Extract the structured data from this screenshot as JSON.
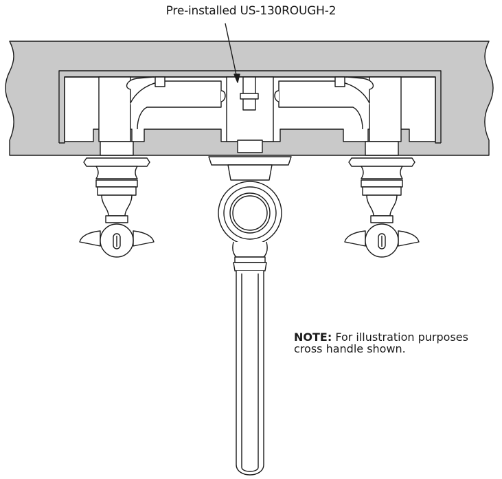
{
  "callout": {
    "text": "Pre-installed US-130ROUGH-2"
  },
  "note": {
    "label": "NOTE:",
    "line1": "For illustration purposes",
    "line2": "cross handle shown."
  },
  "colors": {
    "countertop": "#c9c9c9",
    "line": "#1a1a1a",
    "background": "#ffffff"
  }
}
